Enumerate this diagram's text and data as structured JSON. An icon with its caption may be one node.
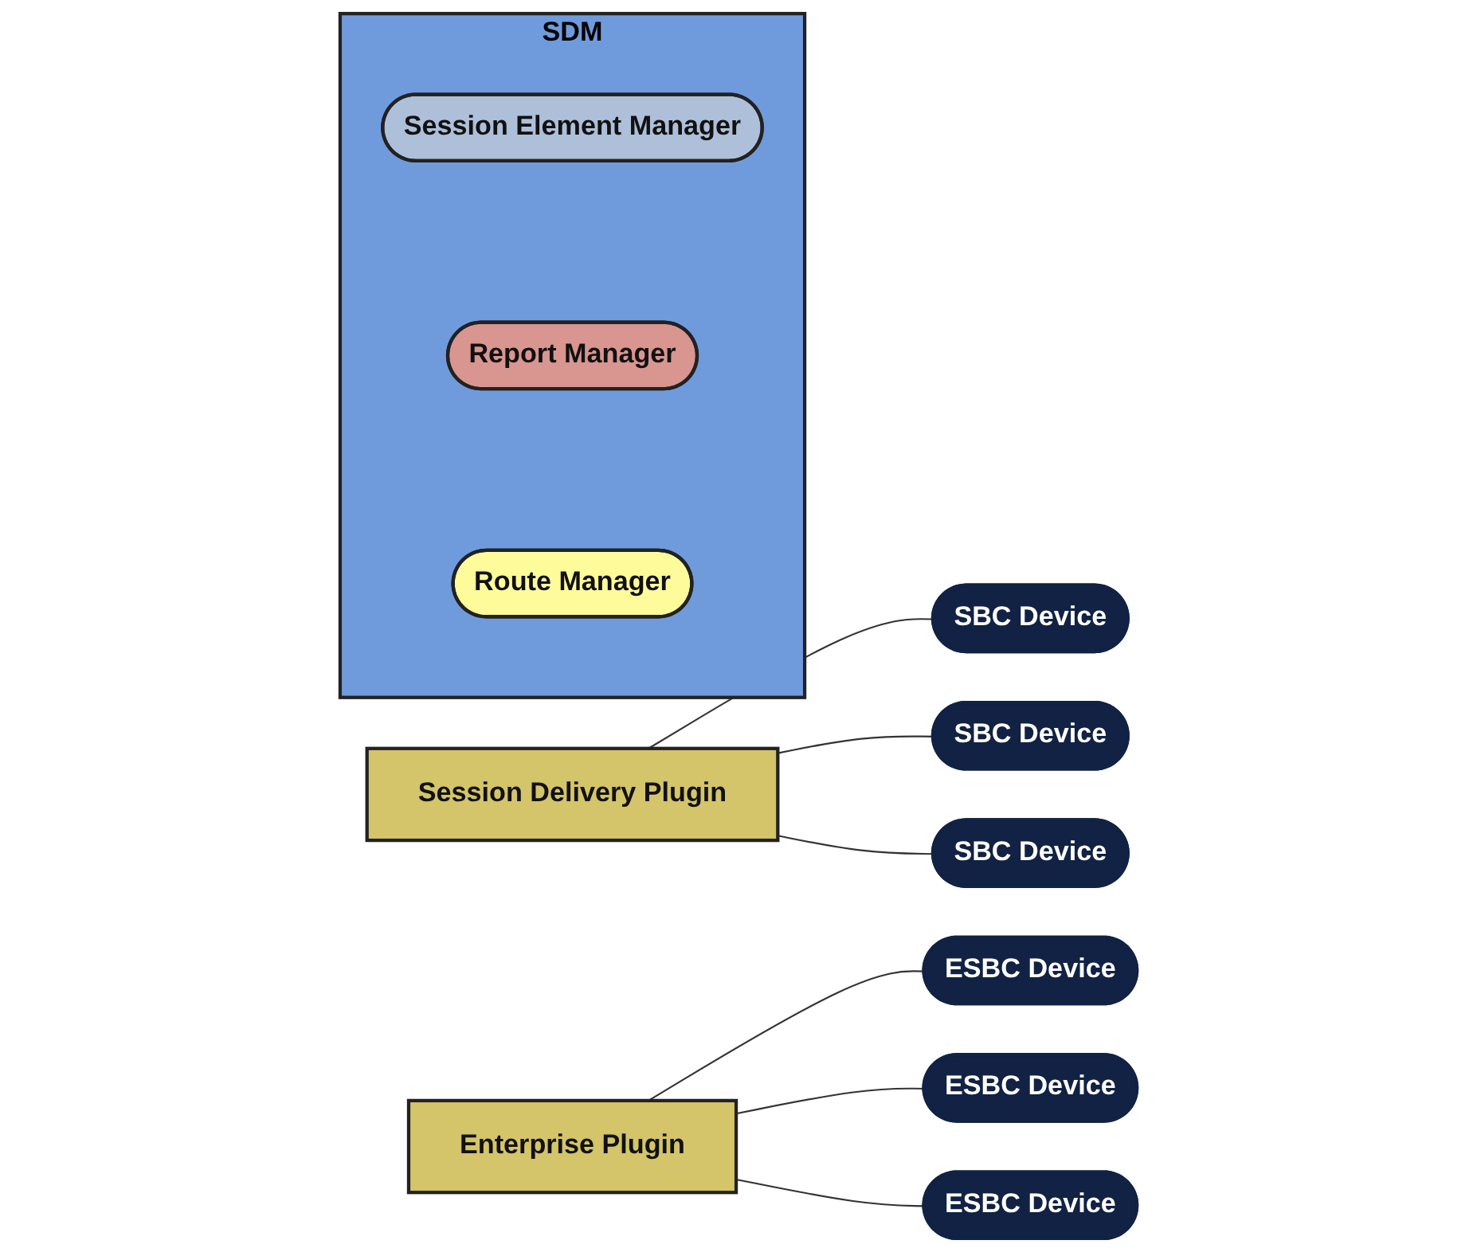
{
  "diagram": {
    "nodes": [
      {
        "text": [
          "SDM"
        ]
      },
      {
        "text": [
          "Session Element Manager"
        ],
        "in": 0
      },
      {
        "text": [
          "Report Manager"
        ],
        "in": 0
      },
      {
        "text": [
          "Route Manager"
        ],
        "in": 0
      },
      {
        "text": [
          "Session Delivery Plugin"
        ]
      },
      {
        "text": [
          "Enterprise Plugin"
        ]
      },
      {
        "text": [
          "SBC Device"
        ]
      },
      {
        "text": [
          "SBC Device"
        ]
      },
      {
        "text": [
          "SBC Device"
        ]
      },
      {
        "text": [
          "ESBC Device"
        ]
      },
      {
        "text": [
          "ESBC Device"
        ]
      },
      {
        "text": [
          "ESBC Device"
        ]
      }
    ],
    "edges": [
      {
        "from": 4,
        "to": 6,
        "arrow": "none"
      },
      {
        "from": 4,
        "to": 7,
        "arrow": "none"
      },
      {
        "from": 4,
        "to": 8,
        "arrow": "none"
      },
      {
        "from": 5,
        "to": 9,
        "arrow": "none"
      },
      {
        "from": 5,
        "to": 10,
        "arrow": "none"
      },
      {
        "from": 5,
        "to": 11,
        "arrow": "none"
      }
    ]
  }
}
